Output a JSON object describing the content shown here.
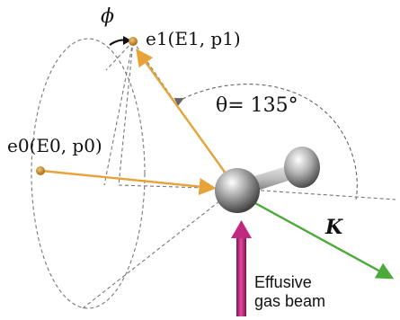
{
  "labels": {
    "phi": "ϕ",
    "scattered_electron": "e1(E1, p1)",
    "incident_electron": "e0(E0, p0)",
    "theta": "θ= 135°",
    "momentum_transfer": "K",
    "beam_line1": "Effusive",
    "beam_line2": "gas beam"
  },
  "colors": {
    "electron_arrow": "#e8a23a",
    "momentum_arrow": "#4caa3a",
    "gas_beam_arrow": "#c0297f",
    "molecule": "#9a9a9a",
    "dashed_lines": "#777777"
  },
  "theta_deg": 135,
  "icons": [
    "electron-dot-icon",
    "molecule-icon",
    "rotation-arrow-icon"
  ]
}
